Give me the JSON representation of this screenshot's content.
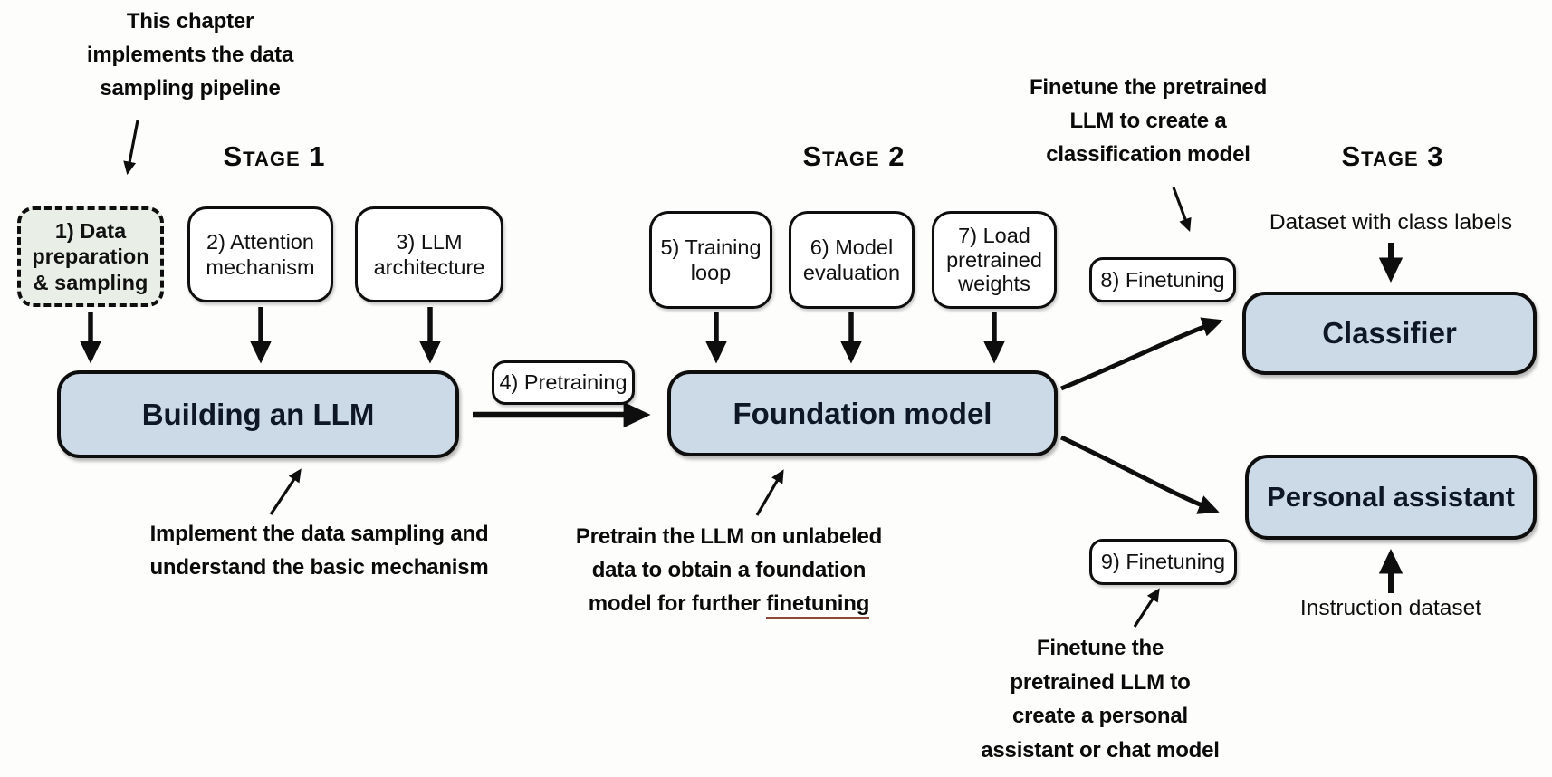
{
  "canvas": {
    "background": "#fdfdfc"
  },
  "colors": {
    "main_box_fill": "#ccd9e6",
    "highlight_box_fill": "#e9efe6",
    "border": "#0e0e0e",
    "spellcheck_underline": "#7a2818"
  },
  "stages": [
    {
      "label": "Stage 1"
    },
    {
      "label": "Stage 2"
    },
    {
      "label": "Stage 3"
    }
  ],
  "chapter_boxes": [
    {
      "label": "1) Data\npreparation\n& sampling",
      "highlighted": true
    },
    {
      "label": "2) Attention\nmechanism"
    },
    {
      "label": "3) LLM\narchitecture"
    },
    {
      "label": "4) Pretraining"
    },
    {
      "label": "5) Training\nloop"
    },
    {
      "label": "6) Model\nevaluation"
    },
    {
      "label": "7) Load\npretrained\nweights"
    },
    {
      "label": "8) Finetuning"
    },
    {
      "label": "9) Finetuning"
    }
  ],
  "main_boxes": {
    "building": "Building an LLM",
    "foundation": "Foundation model",
    "classifier": "Classifier",
    "assistant": "Personal assistant"
  },
  "annotations": {
    "chapter_note": "This chapter\nimplements the data\nsampling pipeline",
    "stage1_note": "Implement the data sampling and\nunderstand the basic mechanism",
    "pretrain_note_line1": "Pretrain the LLM on unlabeled",
    "pretrain_note_line2": "data to obtain a foundation",
    "pretrain_note_line3_prefix": "model for further ",
    "pretrain_note_line3_word": "finetuning",
    "classification_note": "Finetune the pretrained\nLLM to create a\nclassification model",
    "assistant_note": "Finetune the\npretrained LLM to\ncreate a personal\nassistant or chat model",
    "dataset_labels": "Dataset with class labels",
    "instruction_dataset": "Instruction dataset"
  }
}
